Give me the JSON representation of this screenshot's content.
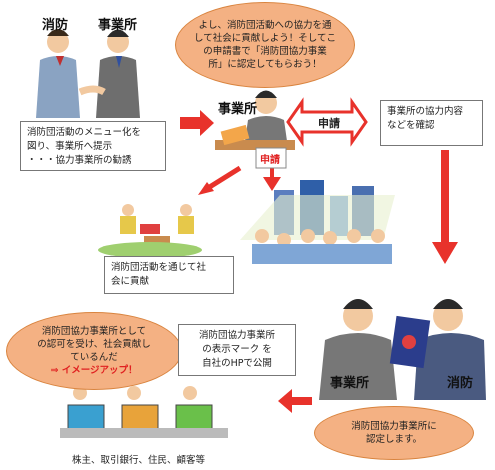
{
  "top_left": {
    "label_fire": "消防",
    "label_office": "事業所",
    "box_lines": [
      "消防団活動のメニュー化を",
      "図り、事業所へ提示",
      "・・・協力事業所の勧誘"
    ]
  },
  "top_bubble": {
    "lines": [
      "よし、消防団活動への協力を通",
      "して社会に貢献しよう！そしてこ",
      "の申請書で「消防団協力事業",
      "所」に認定してもらおう！"
    ]
  },
  "center": {
    "label_office": "事業所",
    "apply_label": "申請",
    "form_stamp": "申請"
  },
  "right_box": {
    "lines": [
      "事業所の協力内容",
      "などを確認"
    ]
  },
  "mid_box": {
    "lines": [
      "消防団活動を通じて社",
      "会に貢献"
    ]
  },
  "left_bubble": {
    "lines": [
      "消防団協力事業所として",
      "の認可を受け、社会貢献し",
      "ているんだ"
    ],
    "highlight": "⇒ イメージアップ！"
  },
  "publish_box": {
    "lines": [
      "消防団協力事業所",
      "の表示マーク を",
      "自社のHPで公開"
    ]
  },
  "bottom_right": {
    "label_office": "事業所",
    "label_fire": "消防",
    "bubble_lines": [
      "消防団協力事業所に",
      "認定します。"
    ]
  },
  "footer": {
    "caption": "株主、取引銀行、住民、顧客等"
  },
  "colors": {
    "bubble": "#f4b183",
    "arrow_red": "#e8322b",
    "box_border": "#777777"
  }
}
